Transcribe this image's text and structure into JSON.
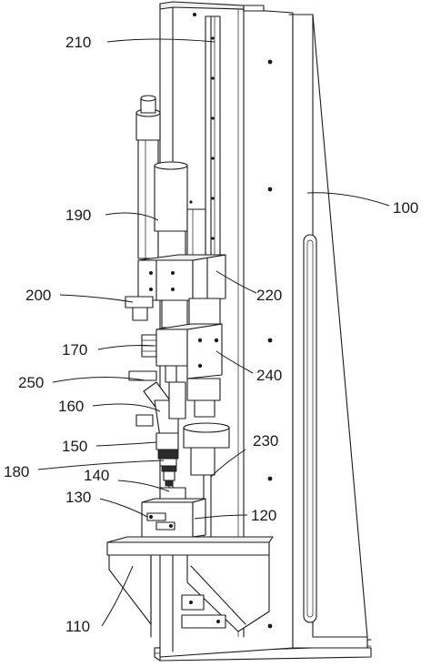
{
  "figure": {
    "labels": [
      {
        "id": "210",
        "text": "210"
      },
      {
        "id": "100",
        "text": "100"
      },
      {
        "id": "190",
        "text": "190"
      },
      {
        "id": "200",
        "text": "200"
      },
      {
        "id": "220",
        "text": "220"
      },
      {
        "id": "170",
        "text": "170"
      },
      {
        "id": "240",
        "text": "240"
      },
      {
        "id": "250",
        "text": "250"
      },
      {
        "id": "160",
        "text": "160"
      },
      {
        "id": "150",
        "text": "150"
      },
      {
        "id": "230",
        "text": "230"
      },
      {
        "id": "180",
        "text": "180"
      },
      {
        "id": "140",
        "text": "140"
      },
      {
        "id": "130",
        "text": "130"
      },
      {
        "id": "120",
        "text": "120"
      },
      {
        "id": "110",
        "text": "110"
      }
    ]
  }
}
